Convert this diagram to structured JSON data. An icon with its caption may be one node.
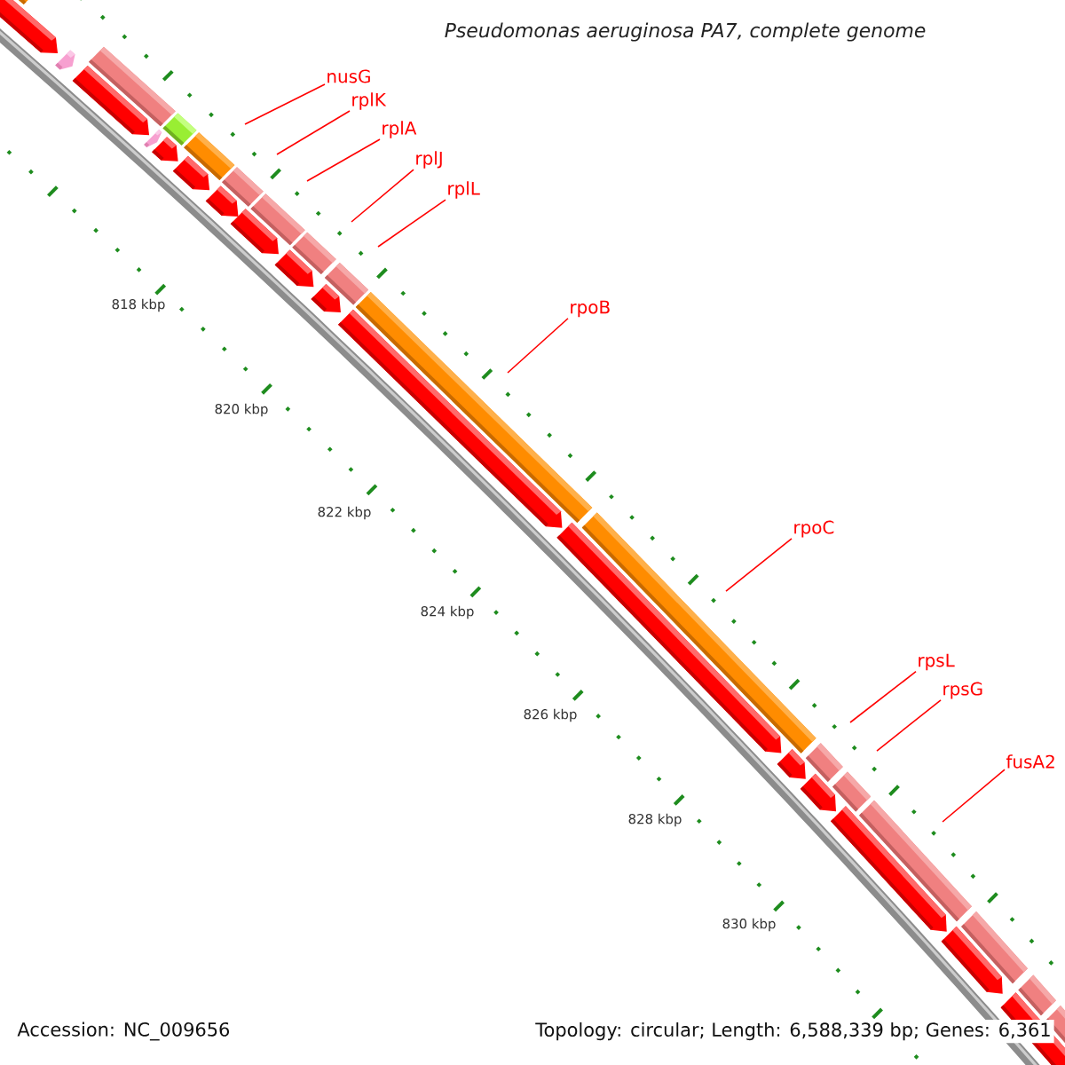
{
  "diagram": {
    "title": "Pseudomonas aeruginosa PA7, complete genome",
    "nodes": [
      {
        "text": [
          "nusG"
        ]
      },
      {
        "text": [
          "rplK"
        ]
      },
      {
        "text": [
          "rplA"
        ]
      },
      {
        "text": [
          "rplJ"
        ]
      },
      {
        "text": [
          "rplL"
        ]
      },
      {
        "text": [
          "rpoB"
        ]
      },
      {
        "text": [
          "rpoC"
        ]
      },
      {
        "text": [
          "rpsL"
        ]
      },
      {
        "text": [
          "rpsG"
        ]
      },
      {
        "text": [
          "fusA2"
        ]
      }
    ],
    "edges": [
      {
        "from": 0,
        "to": null,
        "arrow": "none"
      },
      {
        "from": 1,
        "to": null,
        "arrow": "none"
      },
      {
        "from": 2,
        "to": null,
        "arrow": "none"
      },
      {
        "from": 3,
        "to": null,
        "arrow": "none"
      },
      {
        "from": 4,
        "to": null,
        "arrow": "none"
      },
      {
        "from": 5,
        "to": null,
        "arrow": "none"
      },
      {
        "from": 6,
        "to": null,
        "arrow": "none"
      },
      {
        "from": 7,
        "to": null,
        "arrow": "none"
      },
      {
        "from": 8,
        "to": null,
        "arrow": "none"
      },
      {
        "from": 9,
        "to": null,
        "arrow": "none"
      }
    ],
    "labels": [
      "818 kbp",
      "820 kbp",
      "822 kbp",
      "824 kbp",
      "826 kbp",
      "828 kbp",
      "830 kbp",
      "Accession: NC_009656",
      "Topology: circular; Length: 6,588,339 bp; Genes: 6,361"
    ]
  }
}
